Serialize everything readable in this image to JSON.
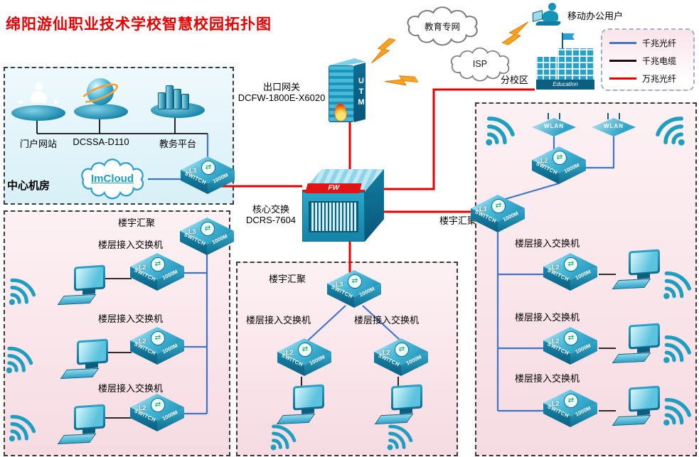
{
  "title": "绵阳游仙职业技术学校智慧校园拓扑图",
  "clouds": {
    "edu": "教育专网",
    "isp": "ISP",
    "imcloud": "ImCloud"
  },
  "external": {
    "mobile_user": "移动办公用户",
    "branch": "分校区",
    "branch_building": "Education"
  },
  "legend": {
    "items": [
      {
        "label": "千兆光纤",
        "color": "#3f74c8"
      },
      {
        "label": "千兆电缆",
        "color": "#111111"
      },
      {
        "label": "万兆光纤",
        "color": "#e60000"
      }
    ]
  },
  "gateway": {
    "name": "出口网关",
    "model": "DCFW-1800E-X6020",
    "device": "UTM"
  },
  "core": {
    "name": "核心交换",
    "model": "DCRS-7604",
    "fw": "FW"
  },
  "server_room": {
    "name": "中心机房",
    "portal": "门户网站",
    "dcssa": "DCSSA-D110",
    "edu_platform": "教务平台"
  },
  "labels": {
    "aggregation": "楼宇汇聚",
    "floor_access": "楼层接入交换机",
    "wlan": "WLAN"
  },
  "switch_text": {
    "l3": "L3",
    "l2": "L2",
    "name": "SWITCH",
    "speed": "1000M"
  },
  "icons": {
    "switch_arrows": "⇄",
    "portal_arrow_left": "◀",
    "portal_arrow_right": "▶"
  },
  "colors": {
    "fiber_1g": "#3f74c8",
    "cable_1g": "#111111",
    "fiber_10g": "#e60000",
    "accent": "#1d9fc0"
  }
}
